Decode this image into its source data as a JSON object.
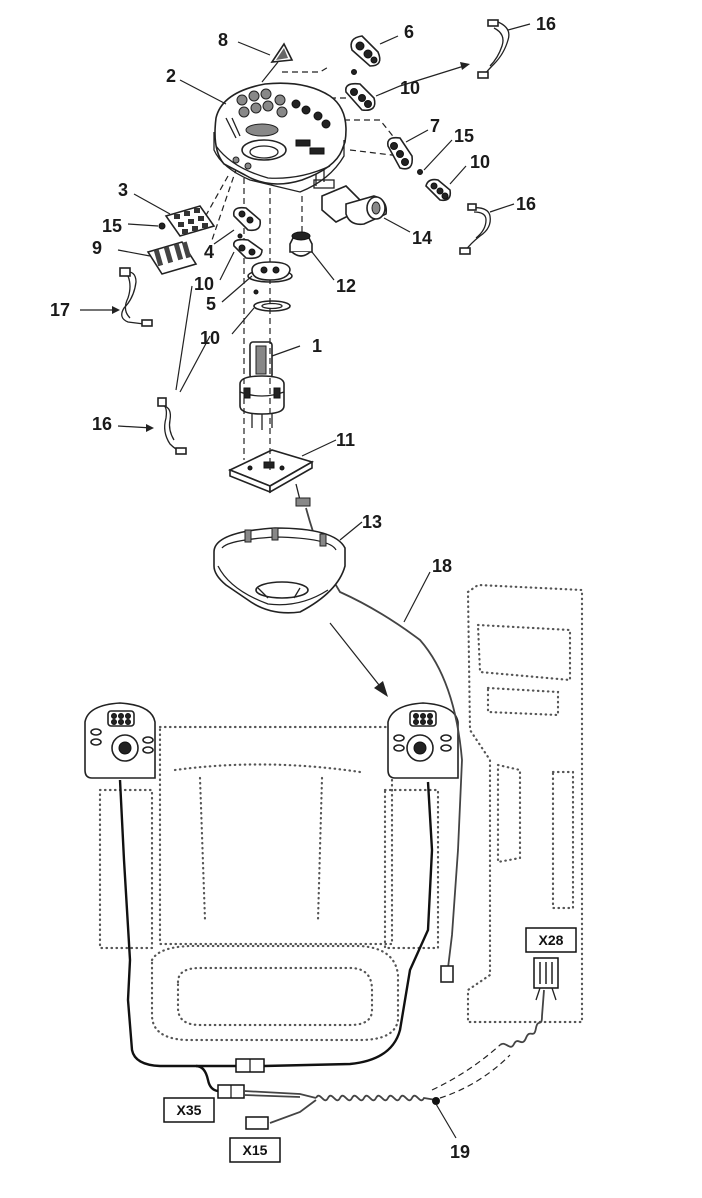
{
  "callouts": {
    "c1": "1",
    "c2": "2",
    "c3": "3",
    "c4": "4",
    "c5": "5",
    "c6": "6",
    "c7": "7",
    "c8": "8",
    "c9": "9",
    "c10a": "10",
    "c10b": "10",
    "c10c": "10",
    "c10d": "10",
    "c11": "11",
    "c12": "12",
    "c13": "13",
    "c14": "14",
    "c15a": "15",
    "c15b": "15",
    "c16a": "16",
    "c16b": "16",
    "c16c": "16",
    "c17": "17",
    "c18": "18",
    "c19": "19"
  },
  "connectors": {
    "x28": "X28",
    "x35": "X35",
    "x15": "X15"
  },
  "colors": {
    "ink": "#222222",
    "background": "#ffffff",
    "outline_dots": "#555555"
  }
}
